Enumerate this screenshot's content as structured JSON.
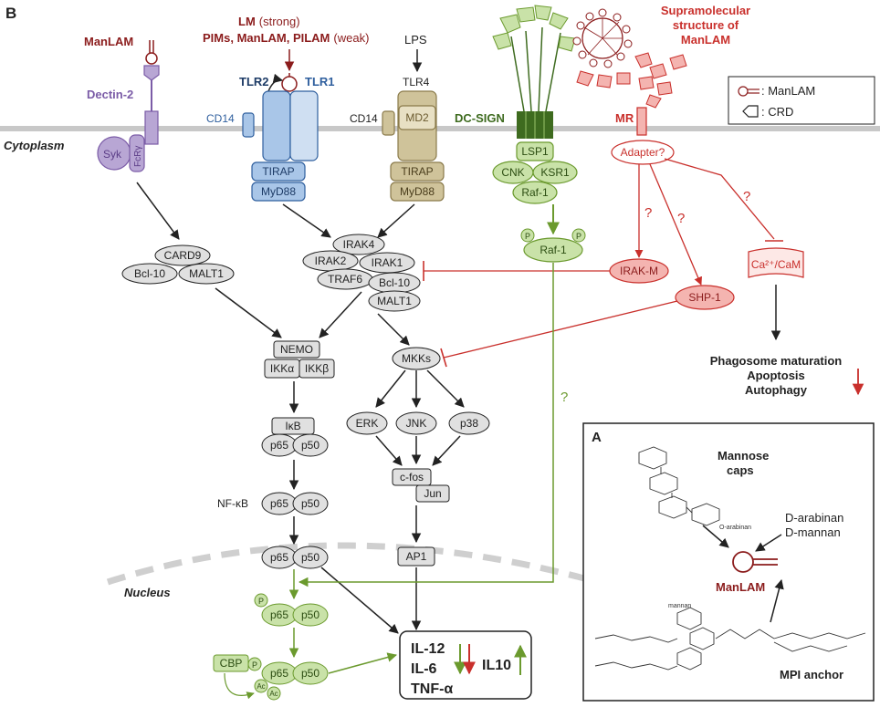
{
  "colors": {
    "membrane": "#c8c8c8",
    "dectin": "#7b5ca7",
    "dectin_fill": "#b8a6d4",
    "tlr2": "#2f5f9e",
    "tlr_fill": "#a9c6e8",
    "tlr4": "#8a7a4a",
    "tlr4_fill": "#cfc39a",
    "dcsign": "#3e6b1f",
    "dcsign_fill": "#c9e2a8",
    "mr": "#c9302c",
    "mr_fill": "#f4b4b0",
    "gray_fill": "#e0e0e0",
    "text_dark": "#222222",
    "manlam": "#8b1c1c"
  },
  "labels": {
    "panel_b": "B",
    "panel_a": "A",
    "cytoplasm": "Cytoplasm",
    "nucleus": "Nucleus",
    "manlam_top": "ManLAM",
    "dectin2": "Dectin-2",
    "lm_strong_1": "LM",
    "lm_strong_2": "(strong)",
    "pims_line": "PIMs, ManLAM, PILAM",
    "weak": "(weak)",
    "lps": "LPS",
    "tlr2": "TLR2",
    "tlr1": "TLR1",
    "tlr4": "TLR4",
    "cd14_a": "CD14",
    "cd14_b": "CD14",
    "md2": "MD2",
    "dc_sign": "DC-SIGN",
    "mr": "MR",
    "supra_1": "Supramolecular",
    "supra_2": "structure of",
    "supra_3": "ManLAM",
    "legend_manlam": ": ManLAM",
    "legend_crd": ": CRD",
    "syk": "Syk",
    "fcr": "FcRγ",
    "tirap_a": "TIRAP",
    "myd88_a": "MyD88",
    "tirap_b": "TIRAP",
    "myd88_b": "MyD88",
    "lsp1": "LSP1",
    "cnk": "CNK",
    "ksr1": "KSR1",
    "raf1_a": "Raf-1",
    "raf1_b": "Raf-1",
    "p_a": "P",
    "p_b": "P",
    "p_c": "P",
    "p_d": "P",
    "adapter": "Adapter?",
    "q1": "?",
    "q2": "?",
    "q3": "?",
    "q4": "?",
    "irakm": "IRAK-M",
    "shp1": "SHP-1",
    "ca_cam": "Ca²⁺/CaM",
    "card9": "CARD9",
    "bcl10_a": "Bcl-10",
    "malt1_a": "MALT1",
    "irak4": "IRAK4",
    "irak2": "IRAK2",
    "irak1": "IRAK1",
    "traf6": "TRAF6",
    "bcl10_b": "Bcl-10",
    "malt1_b": "MALT1",
    "nemo": "NEMO",
    "ikka": "IKKα",
    "ikkb": "IKKβ",
    "mkks": "MKKs",
    "erk": "ERK",
    "jnk": "JNK",
    "p38": "p38",
    "ikb": "IκB",
    "p65_a": "p65",
    "p50_a": "p50",
    "nfkb": "NF-κB",
    "p65_b": "p65",
    "p50_b": "p50",
    "cfos": "c-fos",
    "jun": "Jun",
    "p65_c": "p65",
    "p50_c": "p50",
    "ap1": "AP1",
    "p65_d": "p65",
    "p50_d": "p50",
    "cbp": "CBP",
    "p65_e": "p65",
    "p50_e": "p50",
    "ac_a": "Ac",
    "ac_b": "Ac",
    "il12": "IL-12",
    "il6": "IL-6",
    "tnfa": "TNF-α",
    "il10": "IL10",
    "outcome_1": "Phagosome maturation",
    "outcome_2": "Apoptosis",
    "outcome_3": "Autophagy",
    "mannose_caps_1": "Mannose",
    "mannose_caps_2": "caps",
    "d_arabinan": "D-arabinan",
    "d_mannan": "D-mannan",
    "manlam_a": "ManLAM",
    "mpi_anchor": "MPI anchor",
    "mannan_small": "mannan",
    "arabinan_small": "O-arabinan"
  }
}
